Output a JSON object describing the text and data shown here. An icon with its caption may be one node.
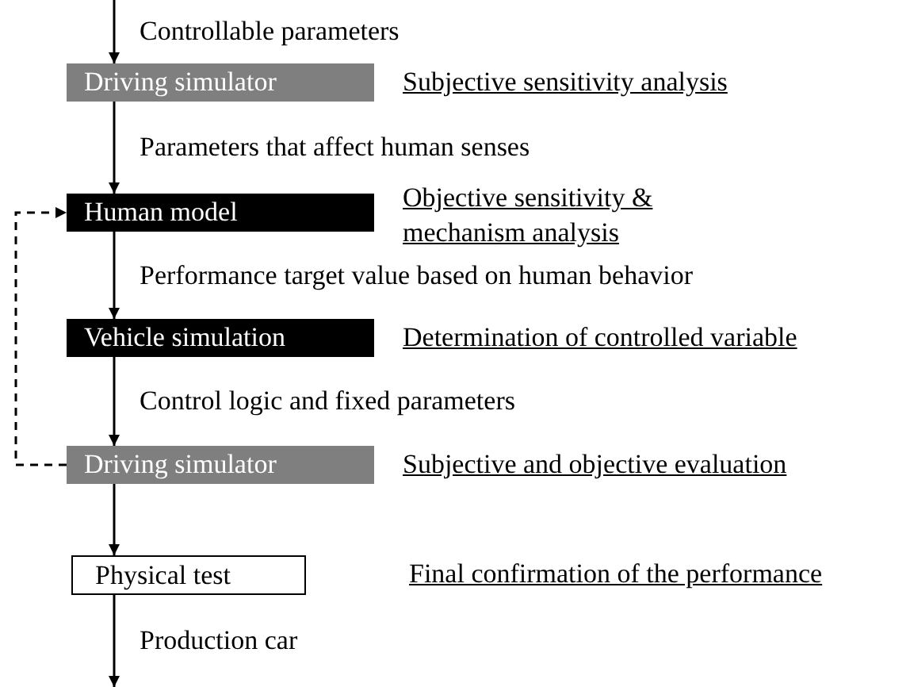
{
  "diagram": {
    "nodes": [
      {
        "text": [
          "Driving simulator"
        ],
        "beside": [
          "Subjective sensitivity analysis"
        ]
      },
      {
        "text": [
          "Human model"
        ],
        "beside": [
          "Objective sensitivity & mechanism analysis"
        ]
      },
      {
        "text": [
          "Vehicle simulation"
        ],
        "beside": [
          "Determination of controlled variable"
        ]
      },
      {
        "text": [
          "Driving simulator"
        ],
        "beside": [
          "Subjective and objective evaluation"
        ]
      },
      {
        "text": [
          "Physical test"
        ],
        "beside": [
          "Final confirmation of the performance"
        ]
      }
    ],
    "edges": [
      {
        "from": null,
        "to": 0,
        "arrow": "to",
        "label": "Controllable parameters"
      },
      {
        "from": 0,
        "to": 1,
        "arrow": "to",
        "label": "Parameters that affect human senses"
      },
      {
        "from": 1,
        "to": 2,
        "arrow": "to",
        "label": "Performance target value based on human behavior"
      },
      {
        "from": 2,
        "to": 3,
        "arrow": "to",
        "label": "Control logic and fixed parameters"
      },
      {
        "from": 3,
        "to": 1,
        "arrow": "to",
        "style": "dashed"
      },
      {
        "from": 3,
        "to": 4,
        "arrow": "to"
      },
      {
        "from": 4,
        "to": null,
        "arrow": "to",
        "label": "Production car"
      }
    ]
  }
}
